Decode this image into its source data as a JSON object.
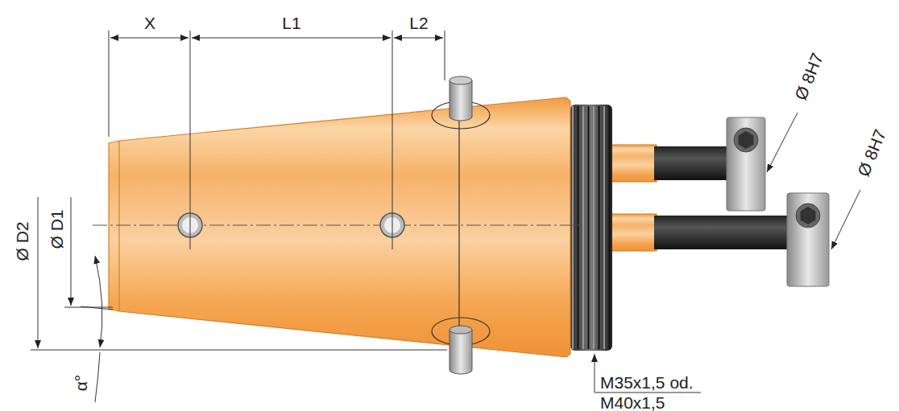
{
  "diagram": {
    "labels": [
      "X",
      "L1",
      "L2",
      "Ø D2",
      "Ø D1",
      "α°",
      "Ø 8H7",
      "Ø 8H7",
      "M35x1,5 od.",
      "M40x1,5"
    ]
  }
}
